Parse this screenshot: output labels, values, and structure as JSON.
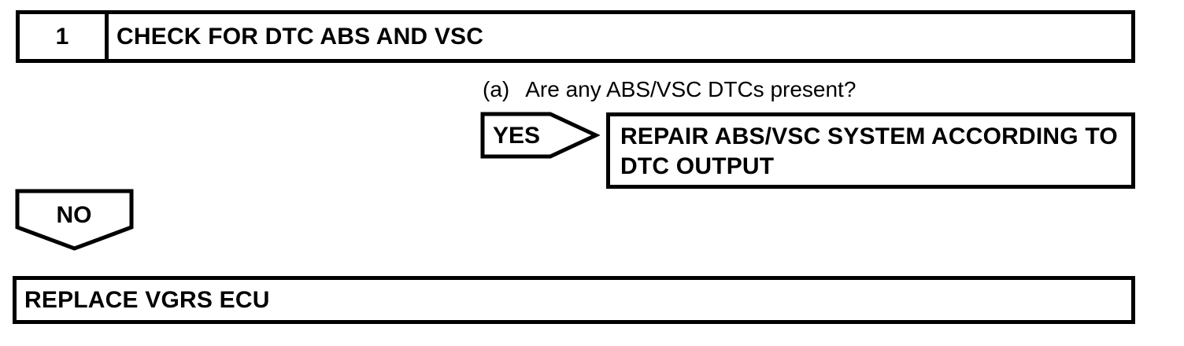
{
  "colors": {
    "ink": "#000000",
    "paper": "#ffffff"
  },
  "step": {
    "number": "1",
    "title": "CHECK FOR DTC ABS AND VSC"
  },
  "question": {
    "marker": "(a)",
    "text": "Are any ABS/VSC DTCs present?"
  },
  "yes_branch": {
    "label": "YES",
    "action_lines": {
      "0": "REPAIR ABS/VSC SYSTEM ACCORDING TO",
      "1": "DTC OUTPUT"
    }
  },
  "no_branch": {
    "label": "NO",
    "action": "REPLACE VGRS ECU"
  }
}
